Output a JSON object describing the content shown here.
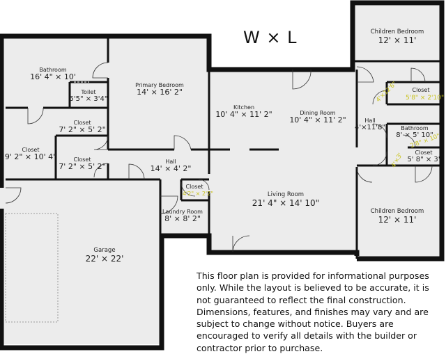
{
  "legend": "W × L",
  "rooms": {
    "bathroom_left": {
      "name": "Bathroom",
      "dims": "16' 4\" × 10'"
    },
    "toilet": {
      "name": "Toilet",
      "dims": "5'5\" × 3'4\""
    },
    "primary_bedroom": {
      "name": "Primary Bedroom",
      "dims": "14' × 16' 2\""
    },
    "closet_a": {
      "name": "Closet",
      "dims": "7' 2\" × 5' 2\""
    },
    "closet_b": {
      "name": "Closet",
      "dims": "9' 2\" × 10' 4\""
    },
    "closet_c": {
      "name": "Closet",
      "dims": "7' 2\" × 5' 2\""
    },
    "kitchen": {
      "name": "Kitchen",
      "dims": "10' 4\" × 11' 2\""
    },
    "dining_room": {
      "name": "Dining Room",
      "dims": "10' 4\" × 11' 2\""
    },
    "hall_center": {
      "name": "Hall",
      "dims": "14' × 4' 2\""
    },
    "laundry_room": {
      "name": "Laundry Room",
      "dims": "8' × 8' 2\""
    },
    "living_room": {
      "name": "Living Room",
      "dims": "21' 4\" × 14' 10\""
    },
    "garage": {
      "name": "Garage",
      "dims": "22' × 22'"
    },
    "children_bedroom_top": {
      "name": "Children Bedroom",
      "dims": "12' × 11'"
    },
    "hall_right": {
      "name": "Hall",
      "dims": "4'×11'8\""
    },
    "closet_right_top": {
      "name": "Closet"
    },
    "bathroom_right": {
      "name": "Bathroom",
      "dims": "8' × 5' 10\""
    },
    "closet_right_bottom": {
      "name": "Closet",
      "dims": "5' 8\" × 3'"
    },
    "children_bedroom_bottom": {
      "name": "Children Bedroom",
      "dims": "12' × 11'"
    },
    "closet_small": {
      "name": "Closet"
    }
  },
  "annotations": {
    "closet_right_top_dims": "5'8\" × 2'10\"",
    "hall_right_top_tag": "4'×12'6\"",
    "hall_right_bottom_tag": "4'×3'",
    "bathroom_right_tag": "2'8\" × 10\"",
    "closet_small_dims": "4'2\" × 2'2\""
  },
  "disclaimer": "This floor plan is provided for informational purposes only. While the layout is believed to be accurate, it is not guaranteed to reflect the final construction. Dimensions, features, and finishes may vary and are subject to change without notice. Buyers are encouraged to verify all details with the builder or contractor prior to purchase.",
  "colors": {
    "wall": "#111111",
    "floor": "#ededed",
    "annotation": "#c8c21a",
    "background": "#ffffff"
  }
}
